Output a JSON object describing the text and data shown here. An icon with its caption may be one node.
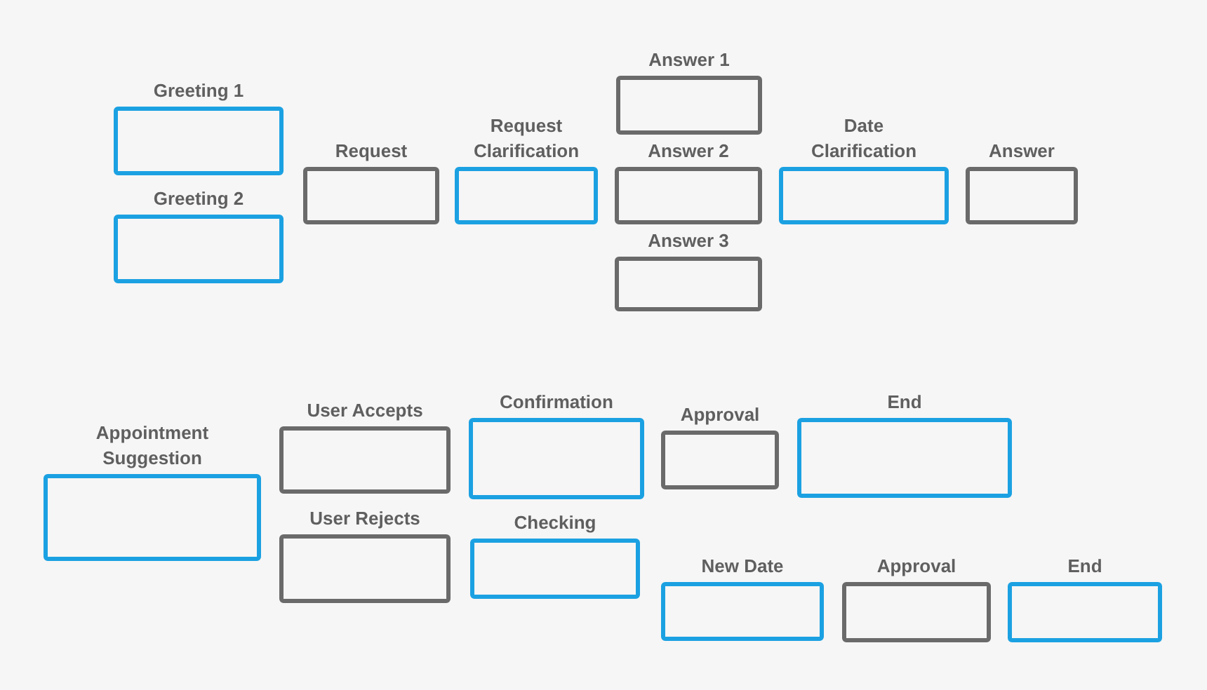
{
  "diagram": {
    "nodes": [
      {
        "text": [
          "Greeting 1"
        ]
      },
      {
        "text": [
          "Greeting 2"
        ]
      },
      {
        "text": [
          "Request"
        ]
      },
      {
        "text": [
          "Request Clarification"
        ]
      },
      {
        "text": [
          "Answer 1"
        ]
      },
      {
        "text": [
          "Answer 2"
        ]
      },
      {
        "text": [
          "Answer 3"
        ]
      },
      {
        "text": [
          "Date Clarification"
        ]
      },
      {
        "text": [
          "Answer"
        ]
      },
      {
        "text": [
          "Appointment Suggestion"
        ]
      },
      {
        "text": [
          "User Accepts"
        ]
      },
      {
        "text": [
          "User Rejects"
        ]
      },
      {
        "text": [
          "Confirmation"
        ]
      },
      {
        "text": [
          "Checking"
        ]
      },
      {
        "text": [
          "Approval"
        ]
      },
      {
        "text": [
          "End"
        ]
      },
      {
        "text": [
          "New Date"
        ]
      },
      {
        "text": [
          "Approval"
        ]
      },
      {
        "text": [
          "End"
        ]
      }
    ]
  }
}
